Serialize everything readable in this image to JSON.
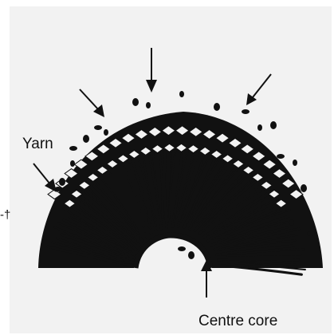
{
  "labels": {
    "yarn": "Yarn",
    "centre_core": "Centre core",
    "side_mark": "-†"
  },
  "icons": {
    "arrows": [
      "top-arrow",
      "upper-left-arrow",
      "upper-right-arrow",
      "yarn-arrow",
      "core-arrow"
    ]
  },
  "colors": {
    "ink": "#111111",
    "background": "#ffffff",
    "panel": "#f2f2f2"
  }
}
